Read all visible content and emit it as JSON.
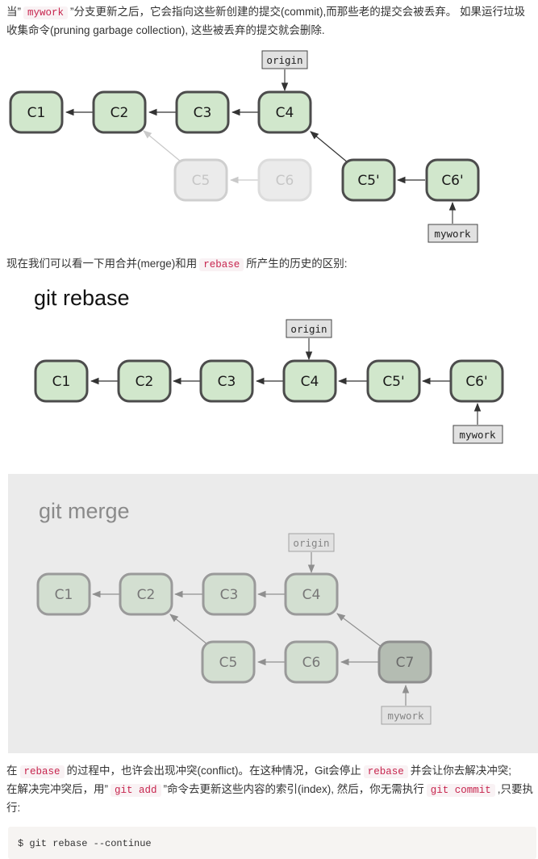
{
  "intro": {
    "t1": "当”",
    "code1": "mywork",
    "t2": "”分支更新之后，它会指向这些新创建的提交(commit),而那些老的提交会被丢弃。 如果运行垃圾收集命令(pruning garbage collection), 这些被丢弃的提交就会删除."
  },
  "diagram1": {
    "nodes": [
      "C1",
      "C2",
      "C3",
      "C4",
      "C5",
      "C6",
      "C5'",
      "C6'"
    ],
    "origin_label": "origin",
    "mywork_label": "mywork"
  },
  "compare": {
    "t1": "现在我们可以看一下用合并(merge)和用",
    "code1": "rebase",
    "t2": "所产生的历史的区别:"
  },
  "diagram_rebase": {
    "title": "git rebase",
    "nodes": [
      "C1",
      "C2",
      "C3",
      "C4",
      "C5'",
      "C6'"
    ],
    "origin_label": "origin",
    "mywork_label": "mywork"
  },
  "diagram_merge": {
    "title": "git merge",
    "nodes": [
      "C1",
      "C2",
      "C3",
      "C4",
      "C5",
      "C6",
      "C7"
    ],
    "origin_label": "origin",
    "mywork_label": "mywork"
  },
  "conflict": {
    "t1": "在",
    "code1": "rebase",
    "t2": "的过程中，也许会出现冲突(conflict)。在这种情况，Git会停止",
    "code2": "rebase",
    "t3": "并会让你去解决冲突;",
    "t4": "在解决完冲突后，用”",
    "code3": "git add",
    "t5": "”命令去更新这些内容的索引(index), 然后，你无需执行",
    "code4": "git commit",
    "t6": ",只要执行:"
  },
  "codeblock": {
    "text": "$ git rebase --continue"
  },
  "colors": {
    "node_fill": "#d1e7cc",
    "node_stroke": "#4c4c4c",
    "faded_fill": "#ebebeb",
    "merge_bg": "#ebebeb",
    "inline_code": "#c7254e"
  }
}
